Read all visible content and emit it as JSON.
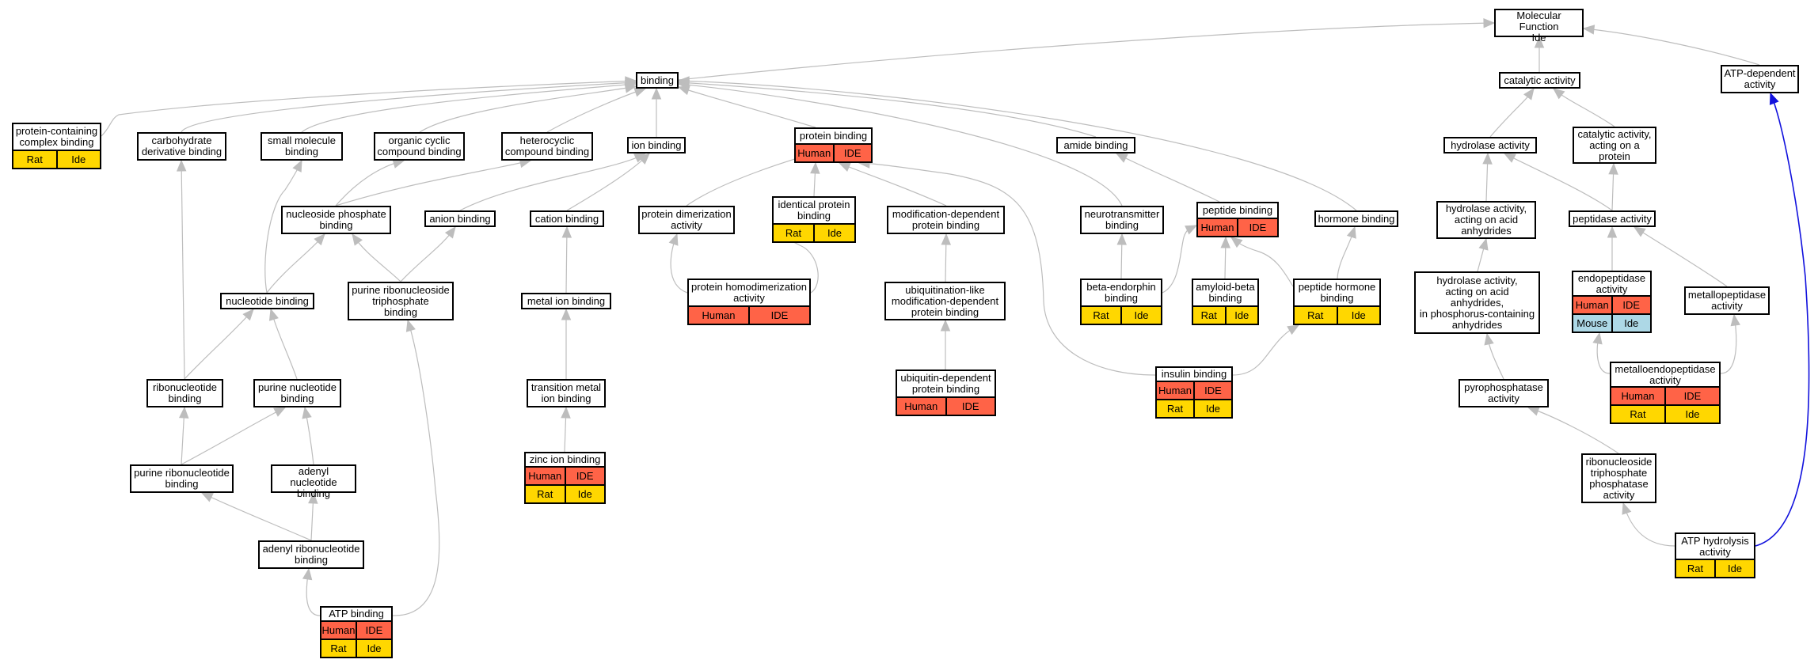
{
  "colors": {
    "edge": "#bdbdbd",
    "highlight_edge": "#1111dd",
    "human": "#ff6347",
    "rat": "#ffd700",
    "mouse": "#add8e6"
  },
  "nodes": [
    {
      "id": "mf",
      "label": "Molecular Function\nIde",
      "annotations": []
    },
    {
      "id": "binding",
      "label": "binding",
      "annotations": []
    },
    {
      "id": "catalytic",
      "label": "catalytic activity",
      "annotations": []
    },
    {
      "id": "atpdep",
      "label": "ATP-dependent\nactivity",
      "annotations": []
    },
    {
      "id": "pccb",
      "label": "protein-containing\ncomplex binding",
      "annotations": [
        {
          "org": "Rat",
          "gene": "Ide",
          "color": "rat"
        }
      ]
    },
    {
      "id": "carb",
      "label": "carbohydrate\nderivative binding",
      "annotations": []
    },
    {
      "id": "smallmol",
      "label": "small molecule\nbinding",
      "annotations": []
    },
    {
      "id": "orgcyc",
      "label": "organic cyclic\ncompound binding",
      "annotations": []
    },
    {
      "id": "hetcyc",
      "label": "heterocyclic\ncompound binding",
      "annotations": []
    },
    {
      "id": "ionb",
      "label": "ion binding",
      "annotations": []
    },
    {
      "id": "protb",
      "label": "protein binding",
      "annotations": [
        {
          "org": "Human",
          "gene": "IDE",
          "color": "human"
        }
      ]
    },
    {
      "id": "amide",
      "label": "amide binding",
      "annotations": []
    },
    {
      "id": "hydrolase",
      "label": "hydrolase activity",
      "annotations": []
    },
    {
      "id": "catprot",
      "label": "catalytic activity,\nacting on a\nprotein",
      "annotations": []
    },
    {
      "id": "nucphos",
      "label": "nucleoside phosphate\nbinding",
      "annotations": []
    },
    {
      "id": "anion",
      "label": "anion binding",
      "annotations": []
    },
    {
      "id": "cation",
      "label": "cation binding",
      "annotations": []
    },
    {
      "id": "protdimer",
      "label": "protein dimerization\nactivity",
      "annotations": []
    },
    {
      "id": "identprot",
      "label": "identical protein\nbinding",
      "annotations": [
        {
          "org": "Rat",
          "gene": "Ide",
          "color": "rat"
        }
      ]
    },
    {
      "id": "moddep",
      "label": "modification-dependent\nprotein binding",
      "annotations": []
    },
    {
      "id": "neurotrans",
      "label": "neurotransmitter\nbinding",
      "annotations": []
    },
    {
      "id": "peptideb",
      "label": "peptide binding",
      "annotations": [
        {
          "org": "Human",
          "gene": "IDE",
          "color": "human"
        }
      ]
    },
    {
      "id": "hormone",
      "label": "hormone binding",
      "annotations": []
    },
    {
      "id": "hydracid",
      "label": "hydrolase activity,\nacting on acid\nanhydrides",
      "annotations": []
    },
    {
      "id": "peptidase",
      "label": "peptidase activity",
      "annotations": []
    },
    {
      "id": "nucleotide",
      "label": "nucleotide binding",
      "annotations": []
    },
    {
      "id": "purntp",
      "label": "purine ribonucleoside\ntriphosphate\nbinding",
      "annotations": []
    },
    {
      "id": "metalion",
      "label": "metal ion binding",
      "annotations": []
    },
    {
      "id": "homodimer",
      "label": "protein homodimerization\nactivity",
      "annotations": [
        {
          "org": "Human",
          "gene": "IDE",
          "color": "human"
        }
      ]
    },
    {
      "id": "ublike",
      "label": "ubiquitination-like\nmodification-dependent\nprotein binding",
      "annotations": []
    },
    {
      "id": "betaendo",
      "label": "beta-endorphin\nbinding",
      "annotations": [
        {
          "org": "Rat",
          "gene": "Ide",
          "color": "rat"
        }
      ]
    },
    {
      "id": "amyloid",
      "label": "amyloid-beta\nbinding",
      "annotations": [
        {
          "org": "Rat",
          "gene": "Ide",
          "color": "rat"
        }
      ]
    },
    {
      "id": "pephormone",
      "label": "peptide hormone\nbinding",
      "annotations": [
        {
          "org": "Rat",
          "gene": "Ide",
          "color": "rat"
        }
      ]
    },
    {
      "id": "hydrphos",
      "label": "hydrolase activity,\nacting on acid\nanhydrides,\nin phosphorus-containing\nanhydrides",
      "annotations": []
    },
    {
      "id": "endopep",
      "label": "endopeptidase\nactivity",
      "annotations": [
        {
          "org": "Human",
          "gene": "IDE",
          "color": "human"
        },
        {
          "org": "Mouse",
          "gene": "Ide",
          "color": "mouse"
        }
      ]
    },
    {
      "id": "metallopep",
      "label": "metallopeptidase\nactivity",
      "annotations": []
    },
    {
      "id": "ribonuc",
      "label": "ribonucleotide\nbinding",
      "annotations": []
    },
    {
      "id": "purnuc",
      "label": "purine nucleotide\nbinding",
      "annotations": []
    },
    {
      "id": "transmetal",
      "label": "transition metal\nion binding",
      "annotations": []
    },
    {
      "id": "ubdep",
      "label": "ubiquitin-dependent\nprotein binding",
      "annotations": [
        {
          "org": "Human",
          "gene": "IDE",
          "color": "human"
        }
      ]
    },
    {
      "id": "insulin",
      "label": "insulin binding",
      "annotations": [
        {
          "org": "Human",
          "gene": "IDE",
          "color": "human"
        },
        {
          "org": "Rat",
          "gene": "Ide",
          "color": "rat"
        }
      ]
    },
    {
      "id": "pyrophos",
      "label": "pyrophosphatase\nactivity",
      "annotations": []
    },
    {
      "id": "metalloendo",
      "label": "metalloendopeptidase\nactivity",
      "annotations": [
        {
          "org": "Human",
          "gene": "IDE",
          "color": "human"
        },
        {
          "org": "Rat",
          "gene": "Ide",
          "color": "rat"
        }
      ]
    },
    {
      "id": "purribo",
      "label": "purine ribonucleotide\nbinding",
      "annotations": []
    },
    {
      "id": "adenylnuc",
      "label": "adenyl nucleotide\nbinding",
      "annotations": []
    },
    {
      "id": "zinc",
      "label": "zinc ion binding",
      "annotations": [
        {
          "org": "Human",
          "gene": "IDE",
          "color": "human"
        },
        {
          "org": "Rat",
          "gene": "Ide",
          "color": "rat"
        }
      ]
    },
    {
      "id": "rntphos",
      "label": "ribonucleoside\ntriphosphate\nphosphatase\nactivity",
      "annotations": []
    },
    {
      "id": "adenylribo",
      "label": "adenyl ribonucleotide\nbinding",
      "annotations": []
    },
    {
      "id": "atphydro",
      "label": "ATP hydrolysis\nactivity",
      "annotations": [
        {
          "org": "Rat",
          "gene": "Ide",
          "color": "rat"
        }
      ]
    },
    {
      "id": "atpb",
      "label": "ATP binding",
      "annotations": [
        {
          "org": "Human",
          "gene": "IDE",
          "color": "human"
        },
        {
          "org": "Rat",
          "gene": "Ide",
          "color": "rat"
        }
      ]
    }
  ],
  "edges": [
    {
      "from": "binding",
      "to": "mf"
    },
    {
      "from": "catalytic",
      "to": "mf"
    },
    {
      "from": "atpdep",
      "to": "mf"
    },
    {
      "from": "pccb",
      "to": "binding"
    },
    {
      "from": "carb",
      "to": "binding"
    },
    {
      "from": "smallmol",
      "to": "binding"
    },
    {
      "from": "orgcyc",
      "to": "binding"
    },
    {
      "from": "hetcyc",
      "to": "binding"
    },
    {
      "from": "ionb",
      "to": "binding"
    },
    {
      "from": "protb",
      "to": "binding"
    },
    {
      "from": "amide",
      "to": "binding"
    },
    {
      "from": "neurotrans",
      "to": "binding"
    },
    {
      "from": "hormone",
      "to": "binding"
    },
    {
      "from": "hydrolase",
      "to": "catalytic"
    },
    {
      "from": "catprot",
      "to": "catalytic"
    },
    {
      "from": "hydracid",
      "to": "hydrolase"
    },
    {
      "from": "peptidase",
      "to": "hydrolase"
    },
    {
      "from": "peptidase",
      "to": "catprot"
    },
    {
      "from": "nucphos",
      "to": "orgcyc"
    },
    {
      "from": "nucphos",
      "to": "hetcyc"
    },
    {
      "from": "anion",
      "to": "ionb"
    },
    {
      "from": "cation",
      "to": "ionb"
    },
    {
      "from": "protdimer",
      "to": "protb"
    },
    {
      "from": "identprot",
      "to": "protb"
    },
    {
      "from": "moddep",
      "to": "protb"
    },
    {
      "from": "insulin",
      "to": "protb"
    },
    {
      "from": "peptideb",
      "to": "amide"
    },
    {
      "from": "betaendo",
      "to": "neurotrans"
    },
    {
      "from": "betaendo",
      "to": "peptideb"
    },
    {
      "from": "amyloid",
      "to": "peptideb"
    },
    {
      "from": "pephormone",
      "to": "peptideb"
    },
    {
      "from": "pephormone",
      "to": "hormone"
    },
    {
      "from": "insulin",
      "to": "pephormone"
    },
    {
      "from": "nucleotide",
      "to": "nucphos"
    },
    {
      "from": "purntp",
      "to": "nucphos"
    },
    {
      "from": "purntp",
      "to": "anion"
    },
    {
      "from": "nucleotide",
      "to": "smallmol"
    },
    {
      "from": "metalion",
      "to": "cation"
    },
    {
      "from": "homodimer",
      "to": "protdimer"
    },
    {
      "from": "homodimer",
      "to": "identprot"
    },
    {
      "from": "ublike",
      "to": "moddep"
    },
    {
      "from": "ubdep",
      "to": "ublike"
    },
    {
      "from": "hydrphos",
      "to": "hydracid"
    },
    {
      "from": "pyrophos",
      "to": "hydrphos"
    },
    {
      "from": "rntphos",
      "to": "pyrophos"
    },
    {
      "from": "atphydro",
      "to": "rntphos"
    },
    {
      "from": "atphydro",
      "to": "atpdep",
      "highlight": true
    },
    {
      "from": "endopep",
      "to": "peptidase"
    },
    {
      "from": "metallopep",
      "to": "peptidase"
    },
    {
      "from": "metalloendo",
      "to": "endopep"
    },
    {
      "from": "metalloendo",
      "to": "metallopep"
    },
    {
      "from": "ribonuc",
      "to": "carb"
    },
    {
      "from": "ribonuc",
      "to": "nucleotide"
    },
    {
      "from": "purnuc",
      "to": "nucleotide"
    },
    {
      "from": "purribo",
      "to": "ribonuc"
    },
    {
      "from": "purribo",
      "to": "purnuc"
    },
    {
      "from": "adenylnuc",
      "to": "purnuc"
    },
    {
      "from": "adenylribo",
      "to": "purribo"
    },
    {
      "from": "adenylribo",
      "to": "adenylnuc"
    },
    {
      "from": "atpb",
      "to": "adenylribo"
    },
    {
      "from": "atpb",
      "to": "purntp"
    },
    {
      "from": "transmetal",
      "to": "metalion"
    },
    {
      "from": "zinc",
      "to": "transmetal"
    }
  ]
}
